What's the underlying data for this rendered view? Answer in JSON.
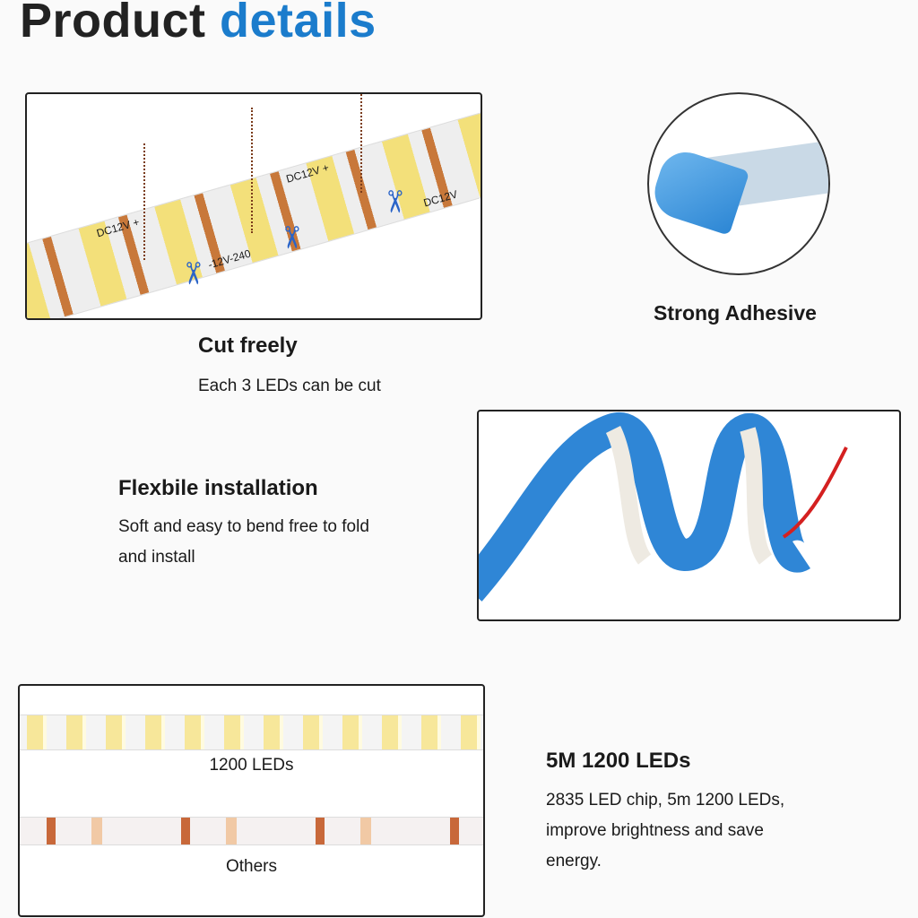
{
  "header": {
    "title_part1": "Product",
    "title_part2": "details"
  },
  "colors": {
    "accent": "#1b7ccc",
    "text": "#1a1a1a"
  },
  "cut": {
    "title": "Cut freely",
    "desc": "Each 3 LEDs can be cut",
    "strip_labels": [
      "DC12V +",
      "DC12V +",
      "DC12V",
      "-12V-240"
    ]
  },
  "adhesive": {
    "title": "Strong Adhesive"
  },
  "flex": {
    "title": "Flexbile installation",
    "desc_lines": [
      "Soft and easy to bend free to fold",
      "and install"
    ]
  },
  "compare": {
    "label_top": "1200 LEDs",
    "label_bottom": "Others"
  },
  "leds": {
    "title": "5M 1200 LEDs",
    "desc_lines": [
      "2835 LED chip, 5m 1200 LEDs,",
      "improve brightness and save",
      "energy."
    ]
  }
}
